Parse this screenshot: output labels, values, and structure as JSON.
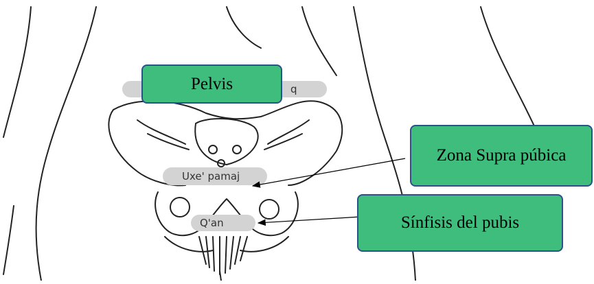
{
  "labels": {
    "pelvis": "Pelvis",
    "zona_supra_pubica": "Zona Supra púbica",
    "sinfisis_del_pubis": "Sínfisis del pubis"
  },
  "pills": {
    "top": "q",
    "middle": "Uxe' pamaj",
    "bottom": "Q'an"
  },
  "colors": {
    "label_fill": "#3ebd7c",
    "label_border": "#2d4f8a",
    "pill_fill": "#d3d3d3"
  }
}
